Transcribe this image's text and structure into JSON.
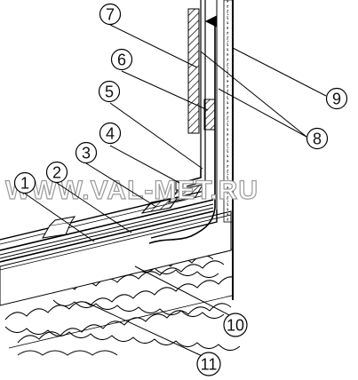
{
  "watermark": "WWW.VAL-MET.RU",
  "callouts": [
    {
      "id": "1",
      "label": "1"
    },
    {
      "id": "2",
      "label": "2"
    },
    {
      "id": "3",
      "label": "3"
    },
    {
      "id": "4",
      "label": "4"
    },
    {
      "id": "5",
      "label": "5"
    },
    {
      "id": "6",
      "label": "6"
    },
    {
      "id": "7",
      "label": "7"
    },
    {
      "id": "8",
      "label": "8"
    },
    {
      "id": "9",
      "label": "9"
    },
    {
      "id": "10",
      "label": "10"
    },
    {
      "id": "11",
      "label": "11"
    }
  ]
}
